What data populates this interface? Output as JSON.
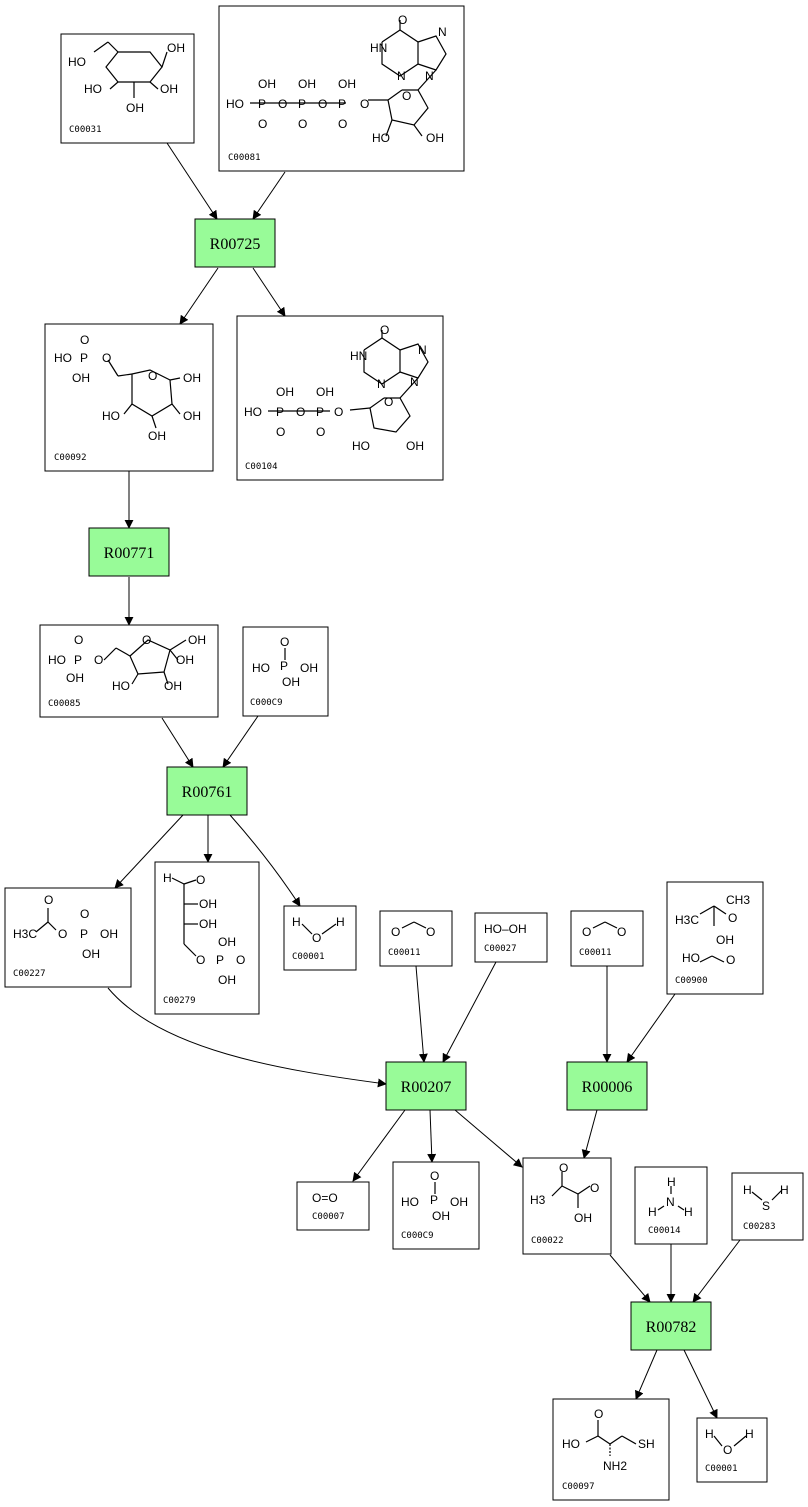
{
  "reactions": {
    "R00725": "R00725",
    "R00771": "R00771",
    "R00761": "R00761",
    "R00207": "R00207",
    "R00006": "R00006",
    "R00782": "R00782"
  },
  "compounds": {
    "C00031": "C00031",
    "C00081": "C00081",
    "C00092": "C00092",
    "C00104": "C00104",
    "C00085": "C00085",
    "C00009a": "C000C9",
    "C00227": "C00227",
    "C00279": "C00279",
    "C00001a": "C00001",
    "C00011a": "C00011",
    "C00027": "C00027",
    "C00011b": "C00011",
    "C00900": "C00900",
    "C00007": "C00007",
    "C00009b": "C000C9",
    "C00022": "C00022",
    "C00014": "C00014",
    "C00283": "C00283",
    "C00097": "C00097",
    "C00001b": "C00001"
  },
  "structure_text": {
    "HO": "HO",
    "OH": "OH",
    "O": "O",
    "P": "P",
    "N": "N",
    "H": "H",
    "HN": "HN",
    "S": "S",
    "SH": "SH",
    "H3C": "H3C",
    "CH3": "CH3",
    "NH2": "NH2",
    "O=O": "O=O",
    "HO-OH": "HO–OH",
    "H3": "H3"
  },
  "colors": {
    "reaction_fill": "#98fb98",
    "line": "#000000"
  }
}
